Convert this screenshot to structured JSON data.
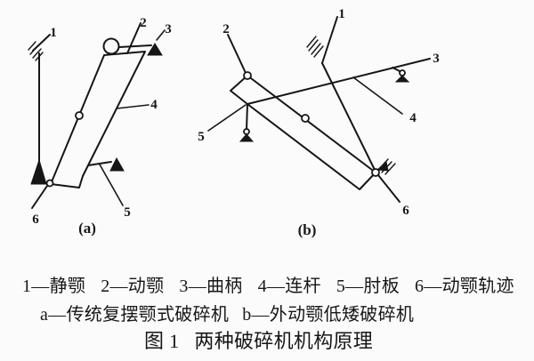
{
  "figure": {
    "panel_a": {
      "part_labels": [
        "1",
        "2",
        "3",
        "4",
        "5",
        "6"
      ],
      "caption": "(a)"
    },
    "panel_b": {
      "part_labels": [
        "1",
        "2",
        "3",
        "4",
        "5",
        "6"
      ],
      "caption": "(b)"
    },
    "legend": {
      "parts": [
        "1—静颚",
        "2—动颚",
        "3—曲柄",
        "4—连杆",
        "5—肘板",
        "6—动颚轨迹"
      ],
      "variants": [
        "a—传统复摆颚式破碎机",
        "b—外动颚低矮破碎机"
      ]
    },
    "caption": {
      "label": "图 1",
      "title": "两种破碎机机构原理"
    }
  },
  "colors": {
    "ink": "#161616",
    "paper": "#fbfbfb"
  }
}
